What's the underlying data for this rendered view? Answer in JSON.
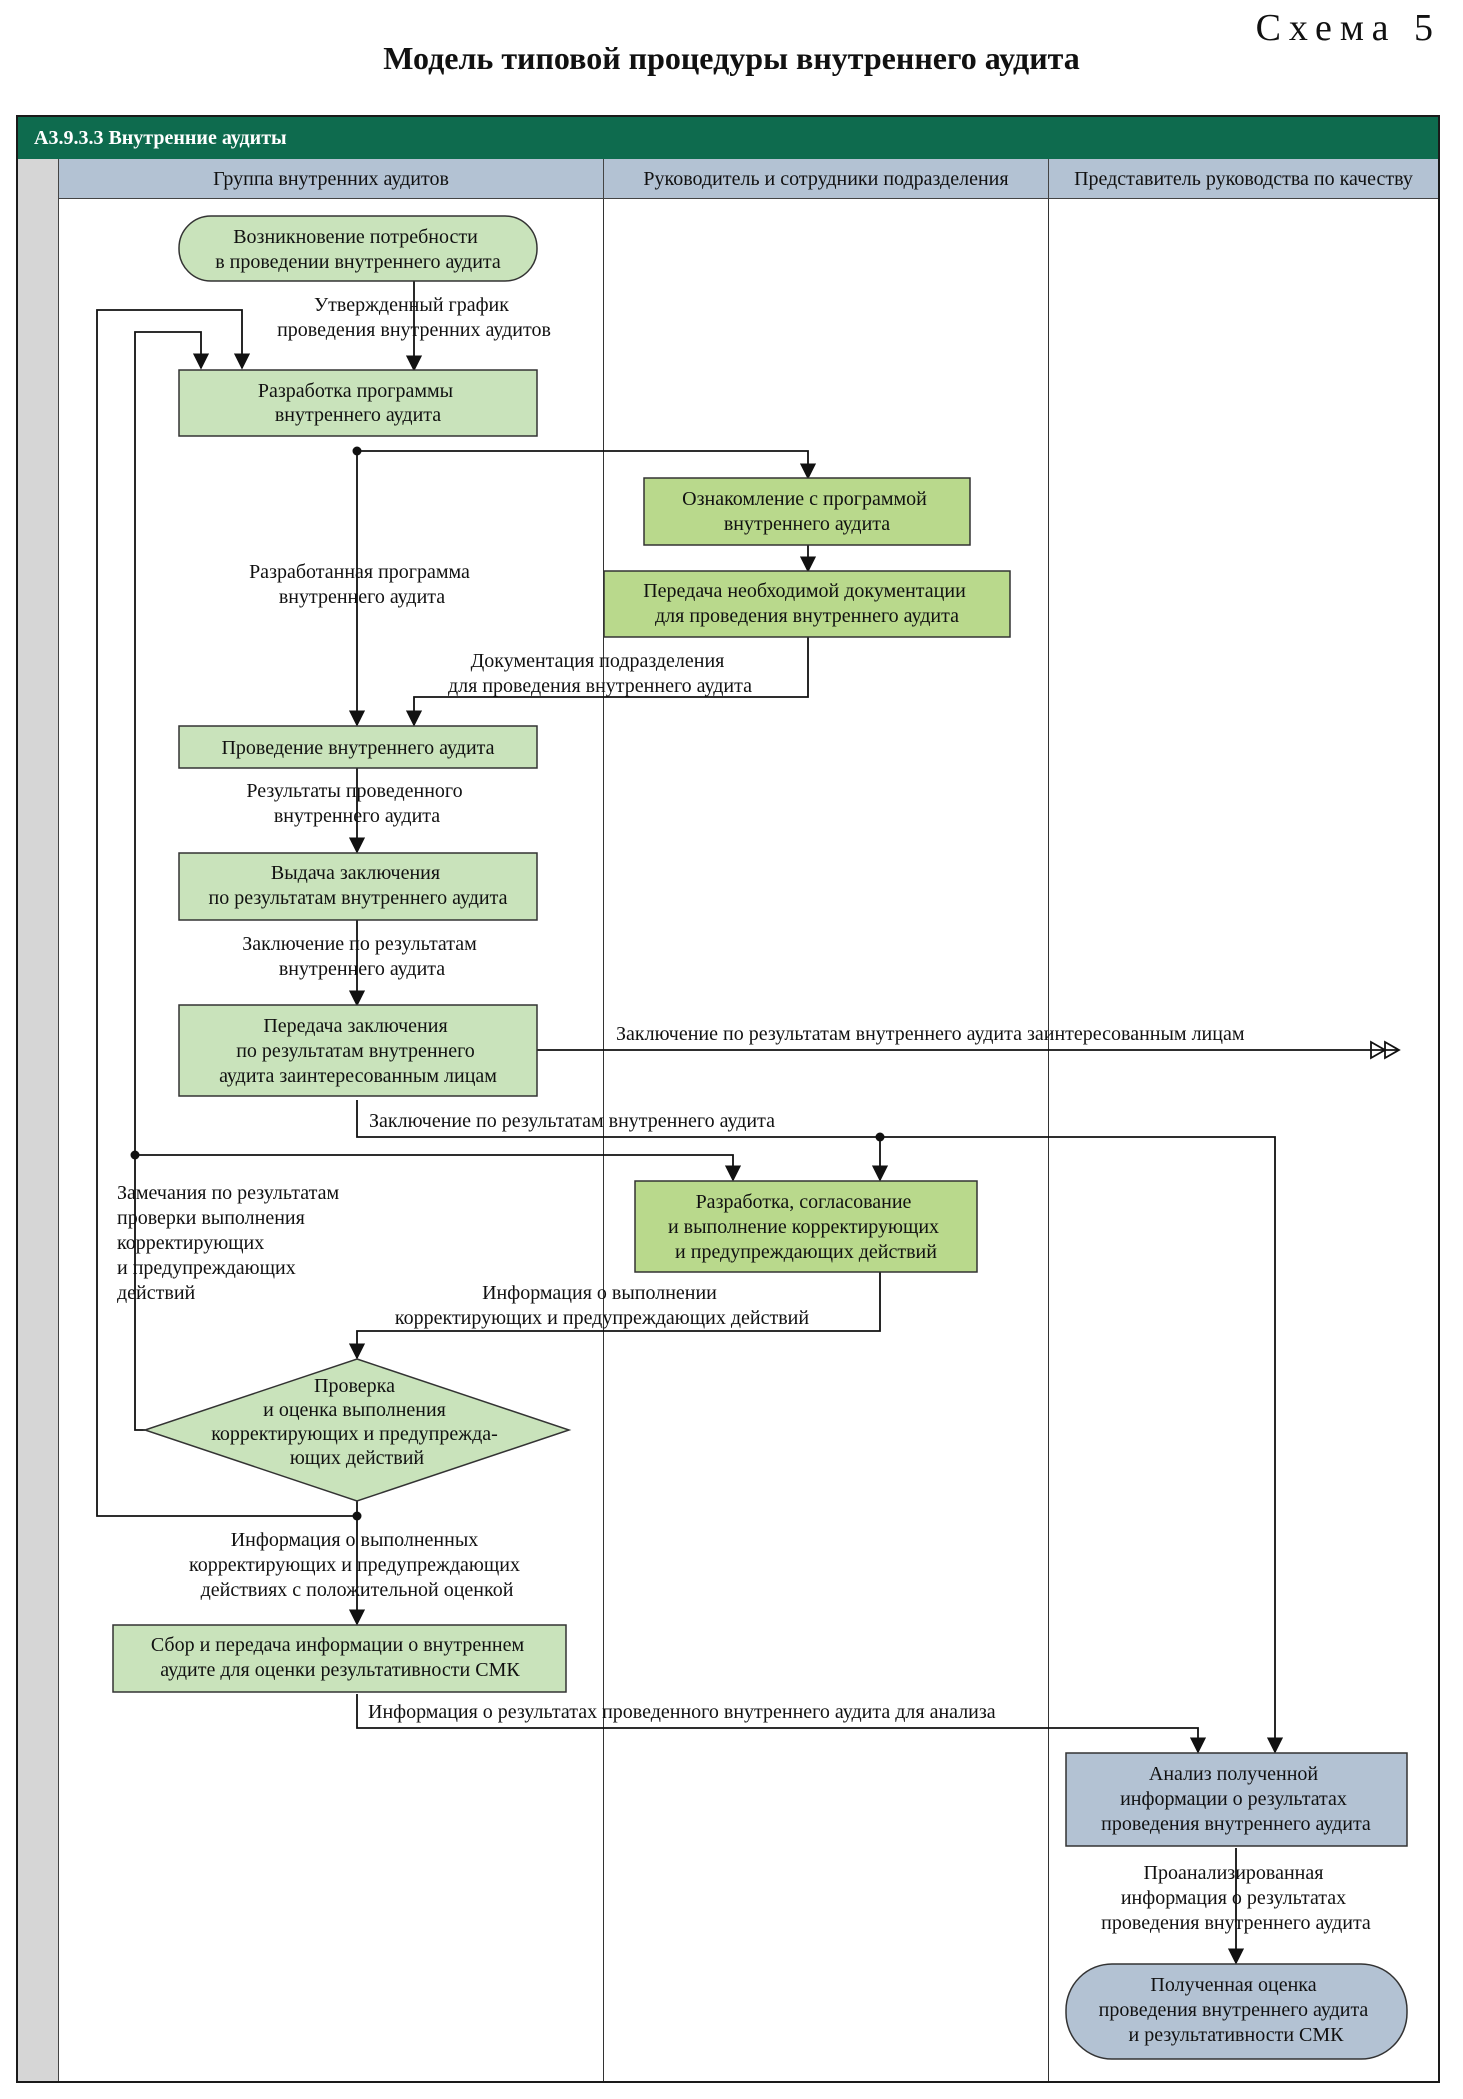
{
  "scheme_label": "Схема 5",
  "title": "Модель типовой процедуры внутреннего аудита",
  "process_header": "А3.9.3.3 Внутренние аудиты",
  "lanes": [
    "Группа внутренних аудитов",
    "Руководитель и сотрудники подразделения",
    "Представитель руководства по качеству"
  ],
  "nodes": {
    "start": [
      "Возникновение потребности",
      "в проведении внутреннего аудита"
    ],
    "develop_program": [
      "Разработка программы",
      "внутреннего аудита"
    ],
    "familiarize": [
      "Ознакомление с программой",
      "внутреннего аудита"
    ],
    "transfer_docs": [
      "Передача необходимой документации",
      "для проведения внутреннего аудита"
    ],
    "conduct_audit": [
      "Проведение внутреннего аудита"
    ],
    "issue_conclusion": [
      "Выдача заключения",
      "по результатам внутреннего аудита"
    ],
    "transfer_conclusion": [
      "Передача заключения",
      "по результатам внутреннего",
      "аудита заинтересованным лицам"
    ],
    "corrective_actions": [
      "Разработка, согласование",
      "и выполнение корректирующих",
      "и предупреждающих действий"
    ],
    "check_decision": [
      "Проверка",
      "и оценка выполнения",
      "корректирующих и предупрежда-",
      "ющих действий"
    ],
    "collect_info": [
      "Сбор и передача информации о внутреннем",
      "аудите для оценки результативности СМК"
    ],
    "analyze": [
      "Анализ полученной",
      "информации о результатах",
      "проведения внутреннего аудита"
    ],
    "end": [
      "Полученная оценка",
      "проведения внутреннего аудита",
      "и результативности СМК"
    ]
  },
  "labels": {
    "approved_schedule": [
      "Утвержденный график",
      "проведения внутренних аудитов"
    ],
    "developed_program": [
      "Разработанная программа",
      "внутреннего аудита"
    ],
    "unit_docs": [
      "Документация подразделения",
      "для проведения внутреннего аудита"
    ],
    "audit_results": [
      "Результаты проведенного",
      "внутреннего аудита"
    ],
    "conclusion": [
      "Заключение по результатам",
      "внутреннего аудита"
    ],
    "conclusion_to_parties": [
      "Заключение по результатам внутреннего аудита заинтересованным лицам"
    ],
    "conclusion_single": [
      "Заключение по результатам внутреннего аудита"
    ],
    "remarks": [
      "Замечания по результатам",
      "проверки выполнения",
      "корректирующих",
      "и предупреждающих",
      "действий"
    ],
    "actions_info": [
      "Информация о выполнении",
      "корректирующих и предупреждающих действий"
    ],
    "completed_actions_info": [
      "Информация о выполненных",
      "корректирующих и предупреждающих",
      "действиях с положительной оценкой"
    ],
    "results_for_analysis": [
      "Информация о результатах проведенного внутреннего аудита для анализа"
    ],
    "analyzed_info": [
      "Проанализированная",
      "информация о результатах",
      "проведения внутреннего аудита"
    ]
  },
  "colors": {
    "header_green": "#0e6b4e",
    "lane_header": "#b3c2d3",
    "node_green_light": "#c9e3bb",
    "node_green": "#b9d98c",
    "node_blue": "#b3c2d3",
    "strip_gray": "#d6d6d6"
  }
}
